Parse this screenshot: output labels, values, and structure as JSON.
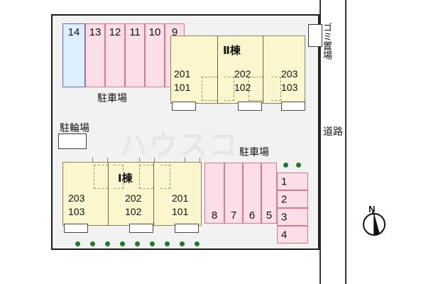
{
  "site_plan": {
    "watermark": "ハウスコ",
    "road_label": "道路",
    "trash_label": "ゴミ置場",
    "bike_parking_label": "駐輪場",
    "parking_label_top": "駐車場",
    "parking_label_right": "駐車場",
    "compass_label": "N",
    "colors": {
      "lot_background": "#f2f2f2",
      "building_fill": "#fbf6cd",
      "building_border": "#8a8358",
      "stall_fill": "#fcdfe6",
      "stall_border": "#d9798f",
      "stall_reserved_fill": "#ddeffc",
      "stall_reserved_border": "#5b6fae",
      "tree_dot": "#1f7a28",
      "outline": "#1a1a1a"
    },
    "parking_top": {
      "label": "駐車場",
      "stalls": [
        {
          "number": "14",
          "highlight": true
        },
        {
          "number": "13",
          "highlight": false
        },
        {
          "number": "12",
          "highlight": false
        },
        {
          "number": "11",
          "highlight": false
        },
        {
          "number": "10",
          "highlight": false
        },
        {
          "number": "9",
          "highlight": false
        }
      ]
    },
    "parking_right_row": {
      "stalls": [
        {
          "number": "8"
        },
        {
          "number": "7"
        },
        {
          "number": "6"
        },
        {
          "number": "5"
        }
      ]
    },
    "parking_right_column": {
      "stalls": [
        {
          "number": "1"
        },
        {
          "number": "2"
        },
        {
          "number": "3"
        },
        {
          "number": "4"
        }
      ]
    },
    "building_2": {
      "title": "Ⅱ棟",
      "units": [
        {
          "upper": "201",
          "lower": "101"
        },
        {
          "upper": "202",
          "lower": "102"
        },
        {
          "upper": "203",
          "lower": "103"
        }
      ]
    },
    "building_1": {
      "title": "Ⅰ棟",
      "units": [
        {
          "upper": "203",
          "lower": "103"
        },
        {
          "upper": "202",
          "lower": "102"
        },
        {
          "upper": "201",
          "lower": "101"
        }
      ]
    }
  }
}
